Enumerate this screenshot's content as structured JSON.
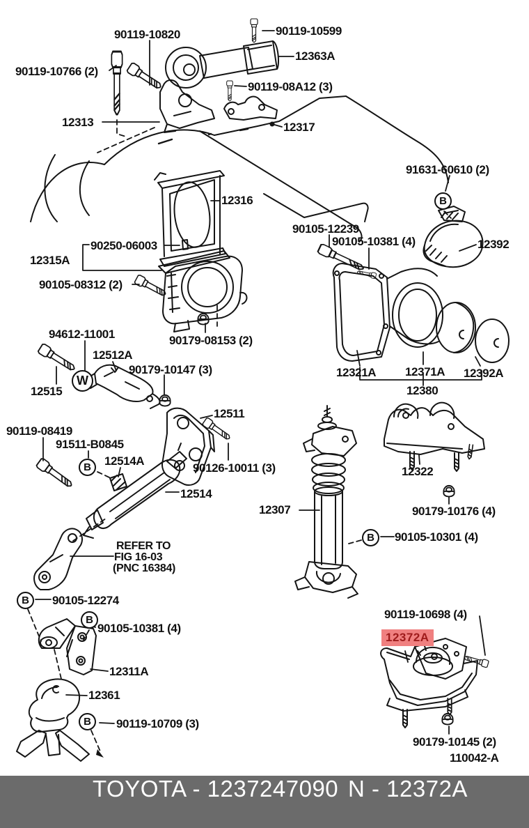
{
  "diagram": {
    "callouts": [
      {
        "text": "90119-10820"
      },
      {
        "text": "90119-10599"
      },
      {
        "text": "12363A"
      },
      {
        "text": "90119-10766 (2)"
      },
      {
        "text": "90119-08A12 (3)"
      },
      {
        "text": "12313"
      },
      {
        "text": "12317"
      },
      {
        "text": "91631-60610 (2)"
      },
      {
        "text": "12316"
      },
      {
        "text": "90105-12239"
      },
      {
        "text": "90105-10381 (4)"
      },
      {
        "text": "12392"
      },
      {
        "text": "90250-06003"
      },
      {
        "text": "12315A"
      },
      {
        "text": "90105-08312 (2)"
      },
      {
        "text": "94612-11001"
      },
      {
        "text": "90179-08153 (2)"
      },
      {
        "text": "12512A"
      },
      {
        "text": "90179-10147 (3)"
      },
      {
        "text": "12515"
      },
      {
        "text": "12321A"
      },
      {
        "text": "12371A"
      },
      {
        "text": "12392A"
      },
      {
        "text": "12380"
      },
      {
        "text": "12511"
      },
      {
        "text": "90119-08419"
      },
      {
        "text": "91511-B0845"
      },
      {
        "text": "12514A"
      },
      {
        "text": "90126-10011 (3)"
      },
      {
        "text": "12514"
      },
      {
        "text": "12322"
      },
      {
        "text": "12307"
      },
      {
        "text": "90179-10176 (4)"
      },
      {
        "text": "90105-10301 (4)"
      },
      {
        "text": "90105-12274"
      },
      {
        "text": "90105-10381 (4)"
      },
      {
        "text": "12311A"
      },
      {
        "text": "12361"
      },
      {
        "text": "90119-10709 (3)"
      },
      {
        "text": "90119-10698 (4)"
      },
      {
        "text": "12372A",
        "highlighted": true
      },
      {
        "text": "90179-10145 (2)"
      },
      {
        "text": "110042-A"
      }
    ],
    "note": {
      "line1": "REFER TO",
      "line2": "FIG 16-03",
      "line3": "(PNC 16384)"
    },
    "circled_letters": [
      {
        "letter": "B"
      },
      {
        "letter": "W"
      },
      {
        "letter": "B"
      },
      {
        "letter": "B"
      },
      {
        "letter": "B"
      },
      {
        "letter": "B"
      },
      {
        "letter": "B"
      }
    ],
    "highlight_colors": {
      "background": "#F08080",
      "text": "#9E1B1B"
    },
    "line_color": "#141414"
  },
  "footer": {
    "brand_code": "TOYOTA - 1237247090",
    "part_code": "N - 12372A",
    "background": "#6B6B6B",
    "text_color": "#FFFFFF"
  }
}
